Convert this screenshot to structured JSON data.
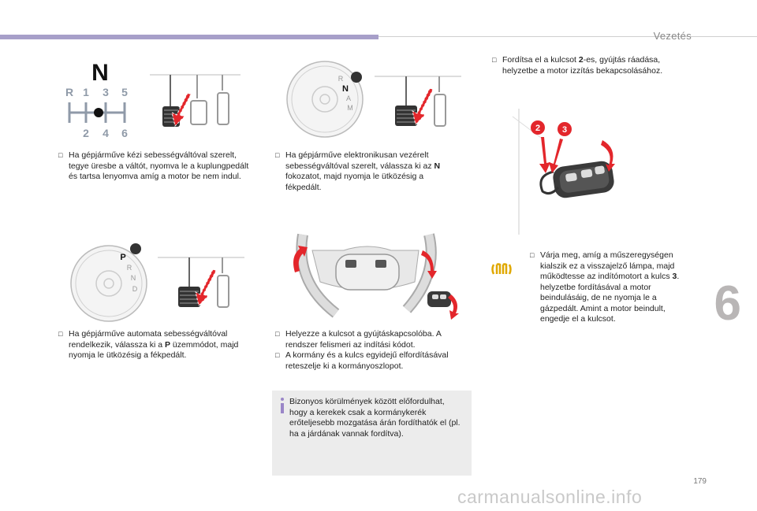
{
  "header": {
    "section_title": "Vezetés"
  },
  "chapter_number": "6",
  "page_number": "179",
  "watermark": "carmanualsonline.info",
  "gear_diagram": {
    "top_letter": "N",
    "top_row": [
      "R",
      "1",
      "3",
      "5"
    ],
    "bottom_row": [
      "2",
      "4",
      "6"
    ]
  },
  "auto_dial_1": {
    "letters": [
      "R",
      "N",
      "A",
      "M"
    ]
  },
  "auto_dial_2": {
    "letters": [
      "P",
      "R",
      "N",
      "D"
    ]
  },
  "key_numbers": [
    "2",
    "3"
  ],
  "bullets": {
    "manual": "Ha gépjárműve kézi sebességváltóval szerelt, tegye üresbe a váltót, nyomva le a kuplungpedált és tartsa lenyomva amíg a motor be nem indul.",
    "electronic_pre": "Ha gépjárműve elektronikusan vezérelt sebességváltóval szerelt, válassza ki az ",
    "electronic_bold": "N",
    "electronic_post": " fokozatot, majd nyomja le ütközésig a fékpedált.",
    "automatic_pre": "Ha gépjárműve automata sebességváltóval rendelkezik, válassza ki a ",
    "automatic_bold": "P",
    "automatic_post": " üzemmódot, majd nyomja le ütközésig a fékpedált.",
    "insert_key": "Helyezze a kulcsot a gyújtáskapcsolóba. A rendszer felismeri az indítási kódot.",
    "unlock_steering": "A kormány és a kulcs egyidejű elfordításával reteszelje ki a kormányoszlopot.",
    "turn_key_pre": "Fordítsa el a kulcsot ",
    "turn_key_bold": "2",
    "turn_key_post": "-es, gyújtás ráadása, helyzetbe a motor izzítás bekapcsolásához.",
    "wait_pre": "Várja meg, amíg a műszeregységen kialszik ez a visszajelző lámpa, majd működtesse az indítómotort a kulcs ",
    "wait_bold": "3",
    "wait_post": ". helyzetbe fordításával a motor beindulásáig, de ne nyomja le a gázpedált. Amint a motor beindult, engedje el a kulcsot."
  },
  "info_box": {
    "text": "Bizonyos körülmények között előfordulhat, hogy a kerekek csak a kormánykerék erőteljesebb mozgatása árán fordíthatók el (pl. ha a járdának vannak fordítva)."
  },
  "colors": {
    "accent": "#a79fc9",
    "warning_lamp": "#e0a800",
    "arrow_red": "#e3262b",
    "info_bar": "#9a86c8"
  }
}
